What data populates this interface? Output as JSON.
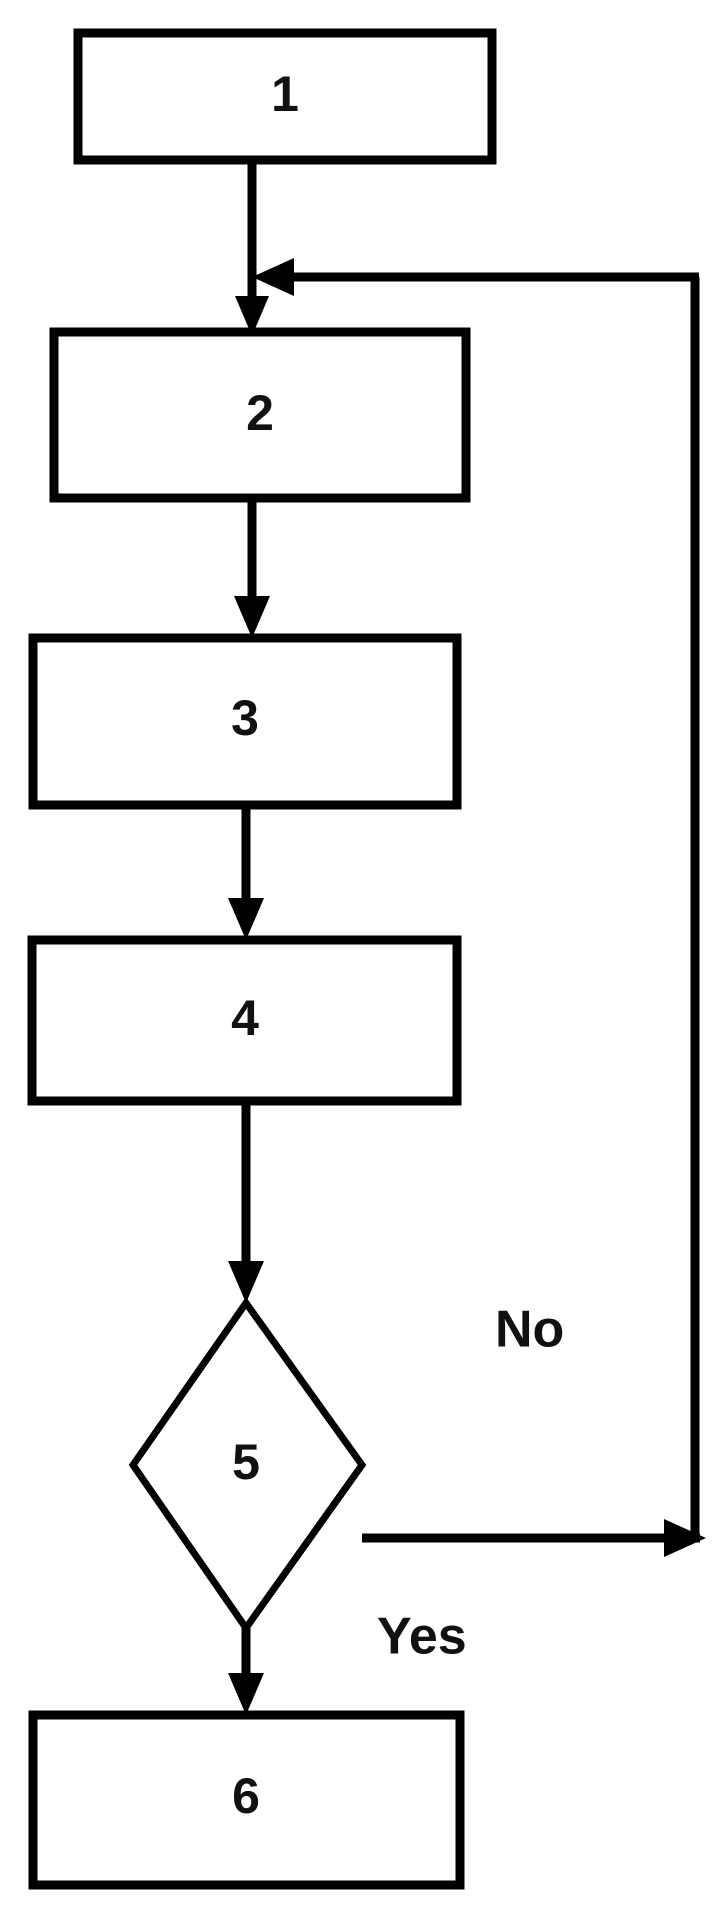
{
  "diagram": {
    "type": "flowchart",
    "orientation": "top-to-bottom",
    "background_color": "#ffffff",
    "line_color": "#000000",
    "text_color": "#111111",
    "nodes": [
      {
        "id": "n1",
        "label": "1",
        "shape": "rectangle"
      },
      {
        "id": "n2",
        "label": "2",
        "shape": "rectangle"
      },
      {
        "id": "n3",
        "label": "3",
        "shape": "rectangle"
      },
      {
        "id": "n4",
        "label": "4",
        "shape": "rectangle"
      },
      {
        "id": "n5",
        "label": "5",
        "shape": "diamond"
      },
      {
        "id": "n6",
        "label": "6",
        "shape": "rectangle"
      }
    ],
    "edges": [
      {
        "from": "n1",
        "to": "n2",
        "label": ""
      },
      {
        "from": "n2",
        "to": "n3",
        "label": ""
      },
      {
        "from": "n3",
        "to": "n4",
        "label": ""
      },
      {
        "from": "n4",
        "to": "n5",
        "label": ""
      },
      {
        "from": "n5",
        "to": "n6",
        "label": "Yes"
      },
      {
        "from": "n5",
        "to": "n2",
        "label": "No"
      }
    ],
    "edge_labels": {
      "no": "No",
      "yes": "Yes"
    }
  }
}
